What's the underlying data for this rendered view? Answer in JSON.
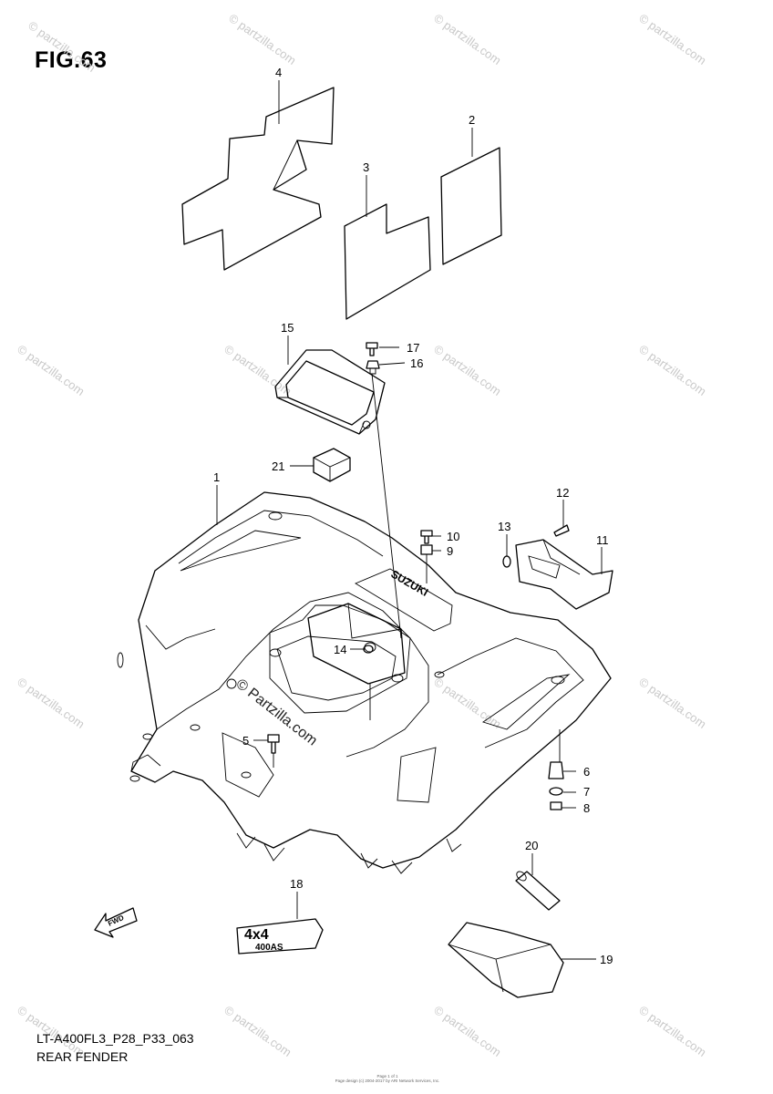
{
  "figure": {
    "title": "FIG.63",
    "model_code": "LT-A400FL3_P28_P33_063",
    "section_name": "REAR FENDER"
  },
  "watermark": {
    "text": "© partzilla.com",
    "center_text": "© Partzilla.com"
  },
  "decals": {
    "fender_brand": "SUZUKI",
    "emblem_top": "4x4",
    "emblem_bottom": "400AS"
  },
  "fwd_label": "FWD",
  "callouts": [
    {
      "number": "1"
    },
    {
      "number": "2"
    },
    {
      "number": "3"
    },
    {
      "number": "4"
    },
    {
      "number": "5"
    },
    {
      "number": "6"
    },
    {
      "number": "7"
    },
    {
      "number": "8"
    },
    {
      "number": "9"
    },
    {
      "number": "10"
    },
    {
      "number": "11"
    },
    {
      "number": "12"
    },
    {
      "number": "13"
    },
    {
      "number": "14"
    },
    {
      "number": "15"
    },
    {
      "number": "16"
    },
    {
      "number": "17"
    },
    {
      "number": "18"
    },
    {
      "number": "19"
    },
    {
      "number": "20"
    },
    {
      "number": "21"
    }
  ],
  "footer": {
    "line1": "Page 1 of 1",
    "line2": "Page design (c) 2004-2017 by ARI Network Services, Inc."
  }
}
